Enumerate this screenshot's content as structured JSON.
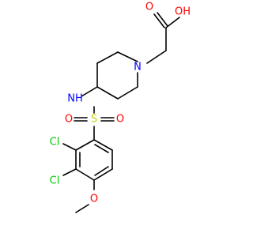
{
  "molecule": {
    "colors": {
      "bond": "#000000",
      "oxygen": "#ff0000",
      "nitrogen": "#0000ff",
      "sulfur": "#cccc00",
      "chlorine": "#00cc00",
      "carbon": "#000000"
    },
    "labels": {
      "carboxyl_oh": "OH",
      "carboxyl_o": "O",
      "piperidine_n": "N",
      "sulfonamide_nh": "NH",
      "sulfur": "S",
      "sulfonyl_o_left": "O",
      "sulfonyl_o_right": "O",
      "cl_2": "Cl",
      "cl_3": "Cl",
      "methoxy_o": "O"
    }
  }
}
